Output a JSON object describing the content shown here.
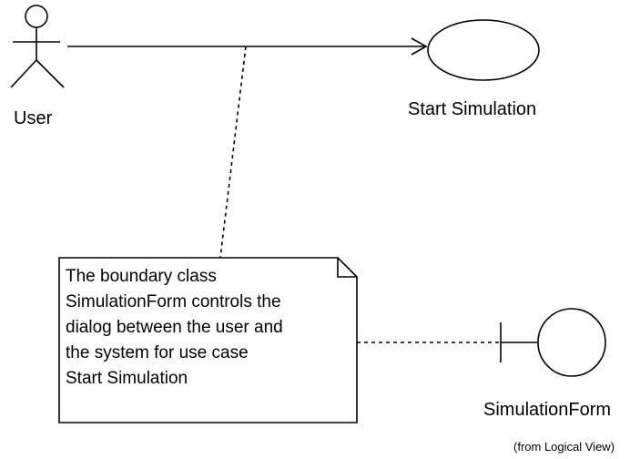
{
  "actor": {
    "name": "User"
  },
  "use_case": {
    "name": "Start Simulation"
  },
  "note": {
    "lines": [
      "The boundary class",
      "SimulationForm controls the",
      "dialog between the user and",
      "the system for use case",
      "Start Simulation"
    ]
  },
  "boundary_class": {
    "name": "SimulationForm",
    "package": "(from Logical View)"
  }
}
